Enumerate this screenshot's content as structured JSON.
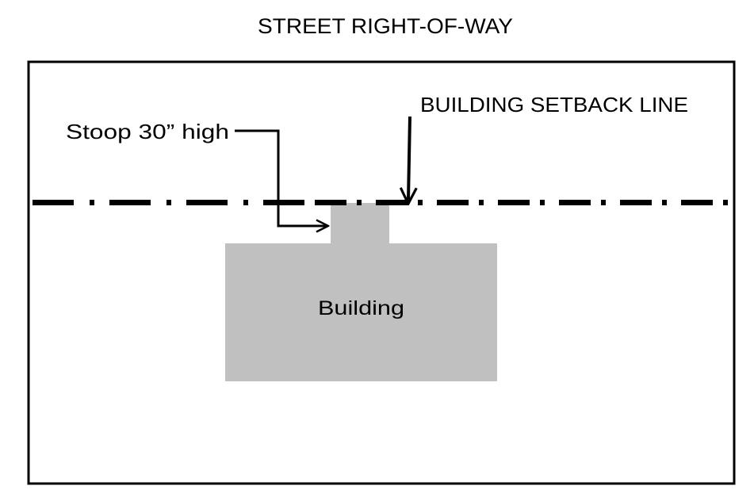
{
  "title": "STREET RIGHT-OF-WAY",
  "labels": {
    "stoop": "Stoop 30” high",
    "setback": "BUILDING SETBACK LINE",
    "building": "Building"
  },
  "colors": {
    "building_fill": "#c0c0c0",
    "line": "#000000"
  }
}
